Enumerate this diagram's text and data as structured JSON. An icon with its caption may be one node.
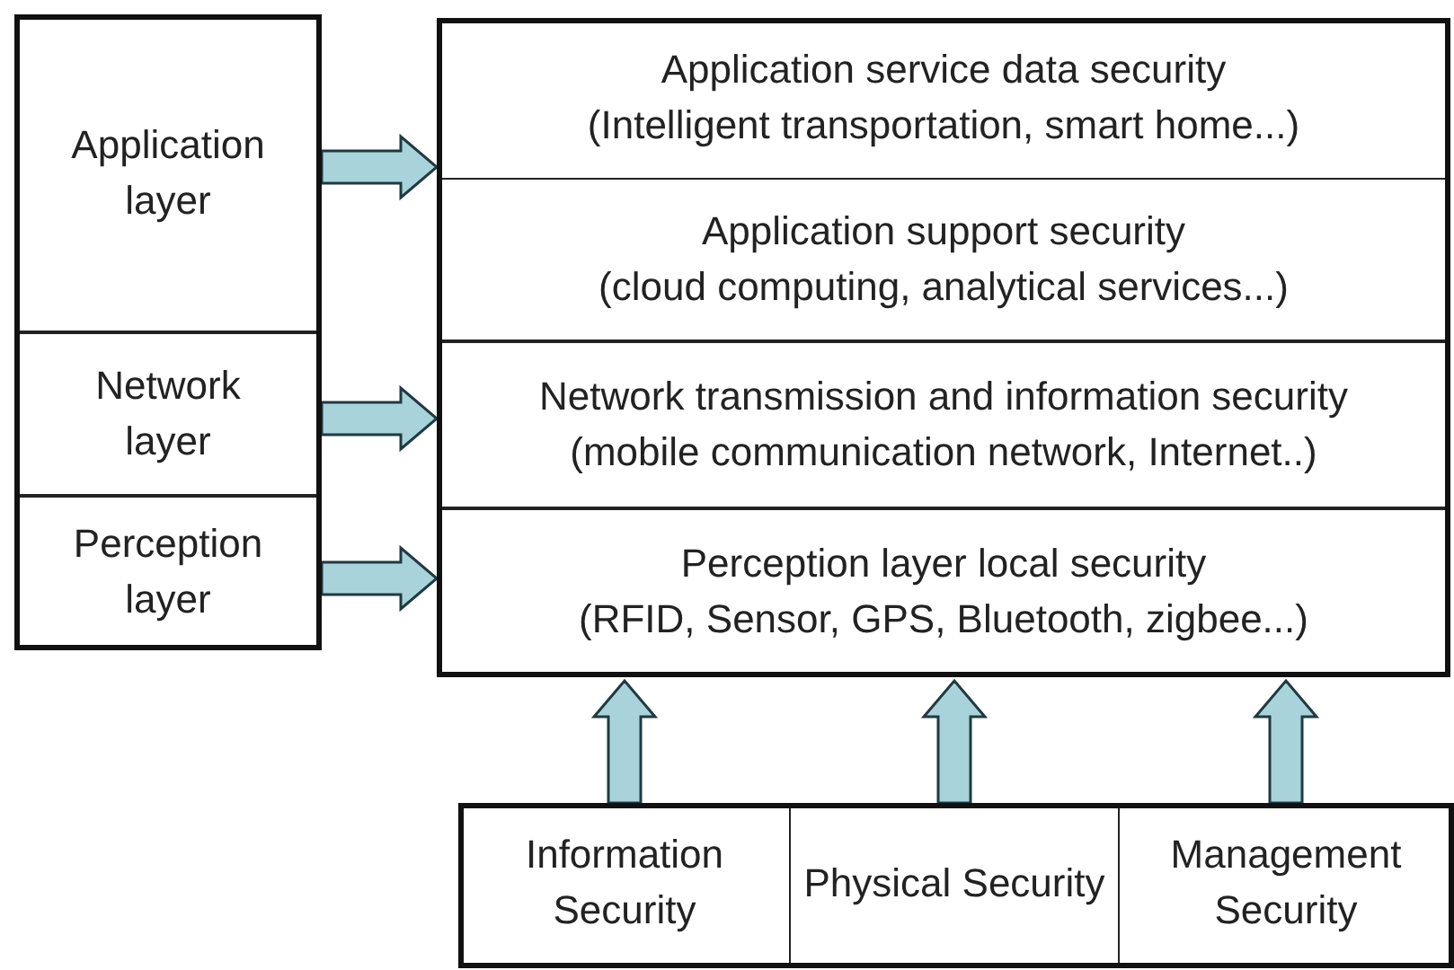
{
  "diagram": {
    "nodes": [
      {
        "text": [
          "Application layer"
        ]
      },
      {
        "text": [
          "Network layer"
        ]
      },
      {
        "text": [
          "Perception layer"
        ]
      },
      {
        "text": [
          "Application service data security",
          "(Intelligent transportation, smart home...)"
        ]
      },
      {
        "text": [
          "Application support security",
          "(cloud computing, analytical services...)"
        ]
      },
      {
        "text": [
          "Network transmission and information security",
          "(mobile communication network, Internet..)"
        ]
      },
      {
        "text": [
          "Perception layer local security",
          "(RFID, Sensor, GPS, Bluetooth, zigbee...)"
        ]
      },
      {
        "text": [
          "Information Security"
        ]
      },
      {
        "text": [
          "Physical Security"
        ]
      },
      {
        "text": [
          "Management Security"
        ]
      }
    ],
    "edges": [
      {
        "from": 0,
        "to": 3,
        "arrow": "to"
      },
      {
        "from": 1,
        "to": 5,
        "arrow": "to"
      },
      {
        "from": 2,
        "to": 6,
        "arrow": "to"
      },
      {
        "from": 7,
        "to": 6,
        "arrow": "to"
      },
      {
        "from": 8,
        "to": 6,
        "arrow": "to"
      },
      {
        "from": 9,
        "to": 6,
        "arrow": "to"
      }
    ]
  }
}
